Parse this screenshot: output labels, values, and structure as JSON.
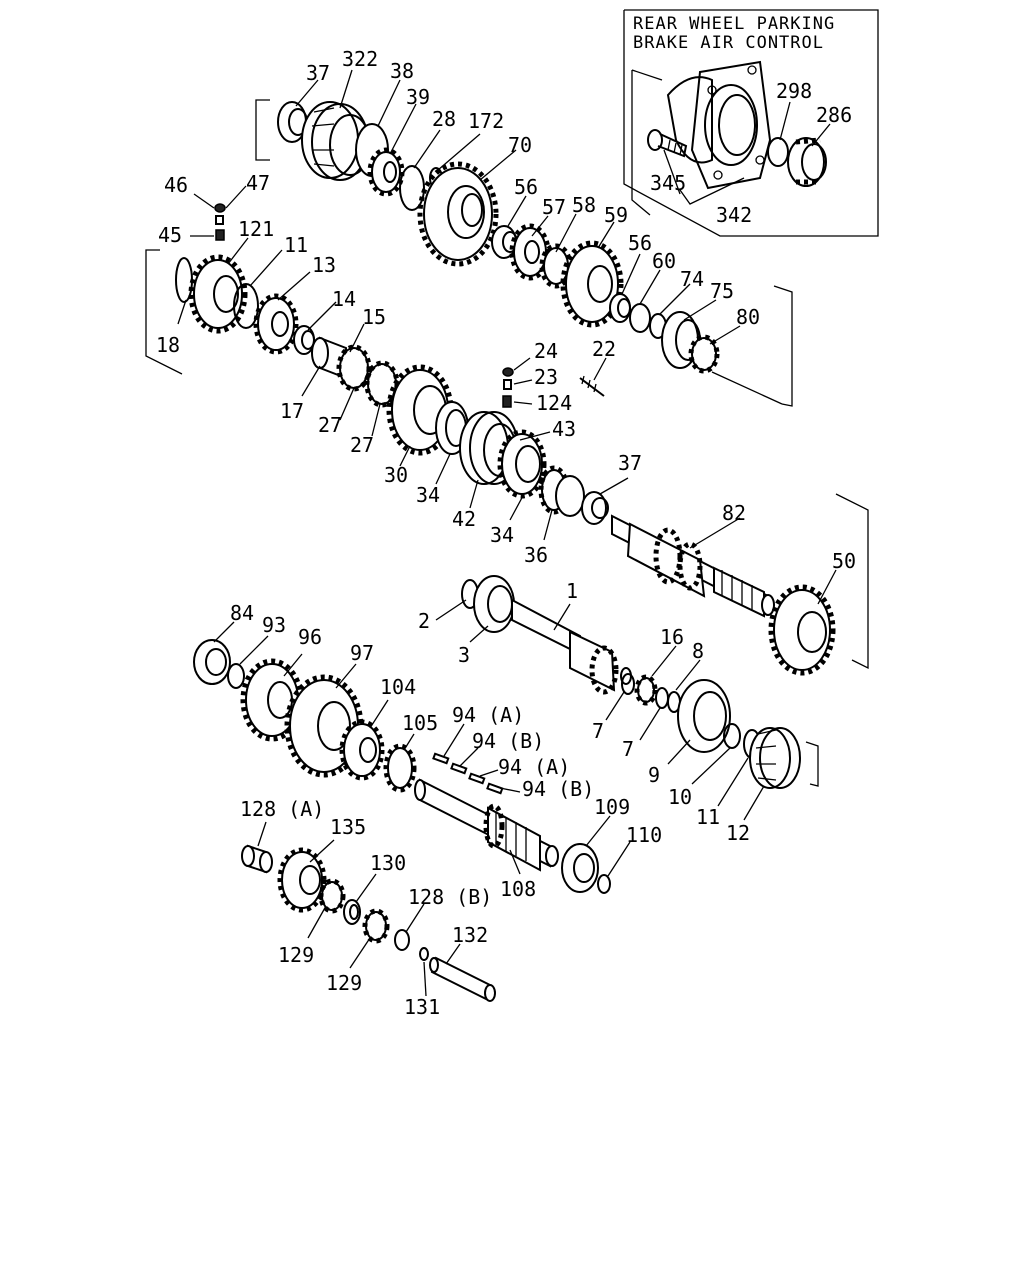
{
  "inset": {
    "title_line1": "REAR WHEEL PARKING",
    "title_line2": "BRAKE AIR CONTROL",
    "labels": {
      "p298": "298",
      "p286": "286",
      "p345": "345",
      "p342": "342"
    }
  },
  "labels": {
    "p37a": "37",
    "p322": "322",
    "p38": "38",
    "p39": "39",
    "p28": "28",
    "p172": "172",
    "p70": "70",
    "p46": "46",
    "p47": "47",
    "p45": "45",
    "p121": "121",
    "p11a": "11",
    "p13": "13",
    "p14": "14",
    "p15": "15",
    "p18": "18",
    "p17": "17",
    "p27a": "27",
    "p27b": "27",
    "p56a": "56",
    "p57": "57",
    "p58": "58",
    "p59": "59",
    "p56b": "56",
    "p60": "60",
    "p74": "74",
    "p75": "75",
    "p80": "80",
    "p24": "24",
    "p23": "23",
    "p124": "124",
    "p22": "22",
    "p43": "43",
    "p30": "30",
    "p34a": "34",
    "p42": "42",
    "p34b": "34",
    "p36": "36",
    "p37b": "37",
    "p82": "82",
    "p50": "50",
    "p1": "1",
    "p2": "2",
    "p3": "3",
    "p84": "84",
    "p93": "93",
    "p96": "96",
    "p97": "97",
    "p104": "104",
    "p105": "105",
    "p94a1": "94 (A)",
    "p94b1": "94 (B)",
    "p94a2": "94 (A)",
    "p94b2": "94 (B)",
    "p16": "16",
    "p8": "8",
    "p7a": "7",
    "p7b": "7",
    "p9": "9",
    "p10": "10",
    "p11b": "11",
    "p12": "12",
    "p128a": "128 (A)",
    "p135": "135",
    "p109": "109",
    "p110": "110",
    "p130": "130",
    "p128b": "128 (B)",
    "p108": "108",
    "p129a": "129",
    "p129b": "129",
    "p132": "132",
    "p131": "131"
  }
}
